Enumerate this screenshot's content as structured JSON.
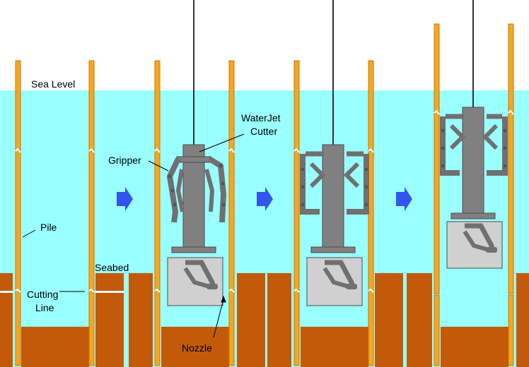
{
  "labels": {
    "sea_level": "Sea Level",
    "waterjet_line1": "WaterJet",
    "waterjet_line2": "Cutter",
    "gripper": "Gripper",
    "pile": "Pile",
    "seabed": "Seabed",
    "cutting_line_1": "Cutting",
    "cutting_line_2": "Line",
    "nozzle": "Nozzle"
  },
  "colors": {
    "water": "#99ffff",
    "pile": "#f5a623",
    "pile_edge": "#c87800",
    "seabed": "#c25a0a",
    "tool": "#808080",
    "tool_dark": "#4d4d4d",
    "cutter_box": "#d0d0d0",
    "arrow": "#3355ee"
  },
  "panels": [
    "initial-pile",
    "tool-lowered",
    "gripper-engaged",
    "pile-lifted"
  ],
  "step_arrow_icons": [
    "arrow-right-icon",
    "arrow-right-icon",
    "arrow-right-icon"
  ]
}
